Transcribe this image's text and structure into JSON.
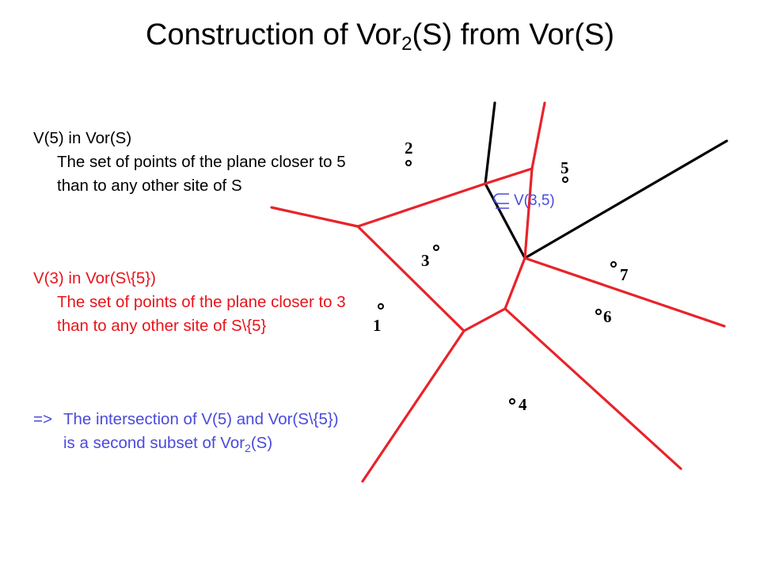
{
  "title": {
    "main": "Construction of Vor",
    "sub": "2",
    "rest": "(S) from Vor(S)"
  },
  "blocks": {
    "v5": {
      "head": "V(5) in Vor(S)",
      "body": "The set of points of the plane closer to 5 than to any other site of S"
    },
    "v3": {
      "head": "V(3) in Vor(S\\{5})",
      "body": "The set of points of the plane closer to 3 than to any other site of S\\{5}"
    },
    "conclusion": {
      "prefix": "=>",
      "body_start": "The intersection of V(5) and Vor(S\\{5}) is a second subset of Vor",
      "sub": "2",
      "body_end": "(S)"
    }
  },
  "diagram": {
    "sites": [
      {
        "id": "1",
        "label": "1"
      },
      {
        "id": "2",
        "label": "2"
      },
      {
        "id": "3",
        "label": "3"
      },
      {
        "id": "4",
        "label": "4"
      },
      {
        "id": "5",
        "label": "5"
      },
      {
        "id": "6",
        "label": "6"
      },
      {
        "id": "7",
        "label": "7"
      }
    ],
    "region_label": "V(3,5)",
    "colors": {
      "vor_s": "#000000",
      "vor_s_minus_5": "#e8232a",
      "highlight": "#4a4adc",
      "text": "#000000"
    }
  }
}
